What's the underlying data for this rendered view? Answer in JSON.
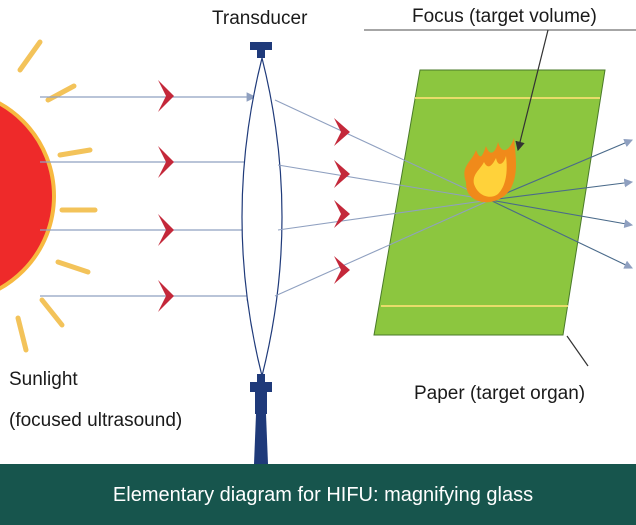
{
  "labels": {
    "transducer": "Transducer",
    "focus": "Focus (target volume)",
    "sunlight": "Sunlight",
    "sunlight_sub": "(focused ultrasound)",
    "paper": "Paper (target organ)"
  },
  "caption": "Elementary diagram for HIFU: magnifying glass",
  "colors": {
    "sun": "#ee2a2a",
    "sun_rays": "#f3c35a",
    "chevron": "#c4283a",
    "transducer": "#1f3a7a",
    "paper": "#8cc63f",
    "paper_lines": "#e8dc6a",
    "beam": "#8fa0c0",
    "flame": "#f08a1a",
    "caption_bg": "#17554d",
    "caption_text": "#ffffff"
  },
  "icons": {
    "sun": "sun-icon",
    "flame": "flame-icon",
    "chevron": "chevron-right-icon"
  }
}
